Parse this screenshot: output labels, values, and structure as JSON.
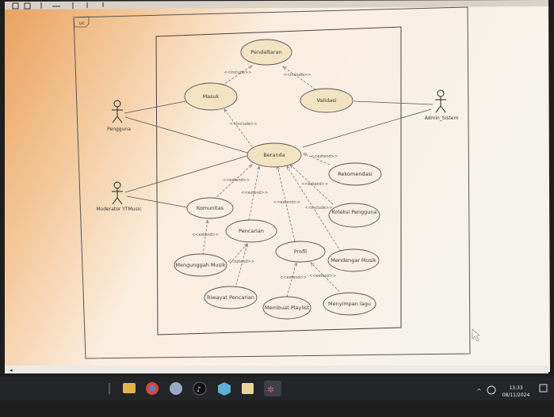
{
  "diagram": {
    "frame_label": "uc",
    "actors": [
      {
        "id": "pengguna",
        "label": "Pengguna"
      },
      {
        "id": "moderator",
        "label": "Moderator YTMusic"
      },
      {
        "id": "admin",
        "label": "Admin_Sistem"
      }
    ],
    "use_cases": [
      {
        "id": "pendaftaran",
        "label": "Pendaftaran"
      },
      {
        "id": "masuk",
        "label": "Masuk"
      },
      {
        "id": "validasi",
        "label": "Validasi"
      },
      {
        "id": "beranda",
        "label": "Beranda"
      },
      {
        "id": "rekomendasi",
        "label": "Rekomendasi"
      },
      {
        "id": "komunitas",
        "label": "Komunitas"
      },
      {
        "id": "pencarian",
        "label": "Pencarian"
      },
      {
        "id": "koleksi",
        "label": "Koleksi Pengguna"
      },
      {
        "id": "profil",
        "label": "Profil"
      },
      {
        "id": "mengunggah",
        "label": "Mengunggah Musik"
      },
      {
        "id": "mendengar",
        "label": "Mendengar Musik"
      },
      {
        "id": "riwayat",
        "label": "Riwayat Pencarian"
      },
      {
        "id": "playlist",
        "label": "Membuat Playlist"
      },
      {
        "id": "menyimpan",
        "label": "Menyimpan lagu"
      }
    ],
    "stereotypes": {
      "include": "<<include>>",
      "extend": "<<extend>>"
    }
  },
  "taskbar": {
    "time": "13:33",
    "date": "08/11/2024"
  }
}
